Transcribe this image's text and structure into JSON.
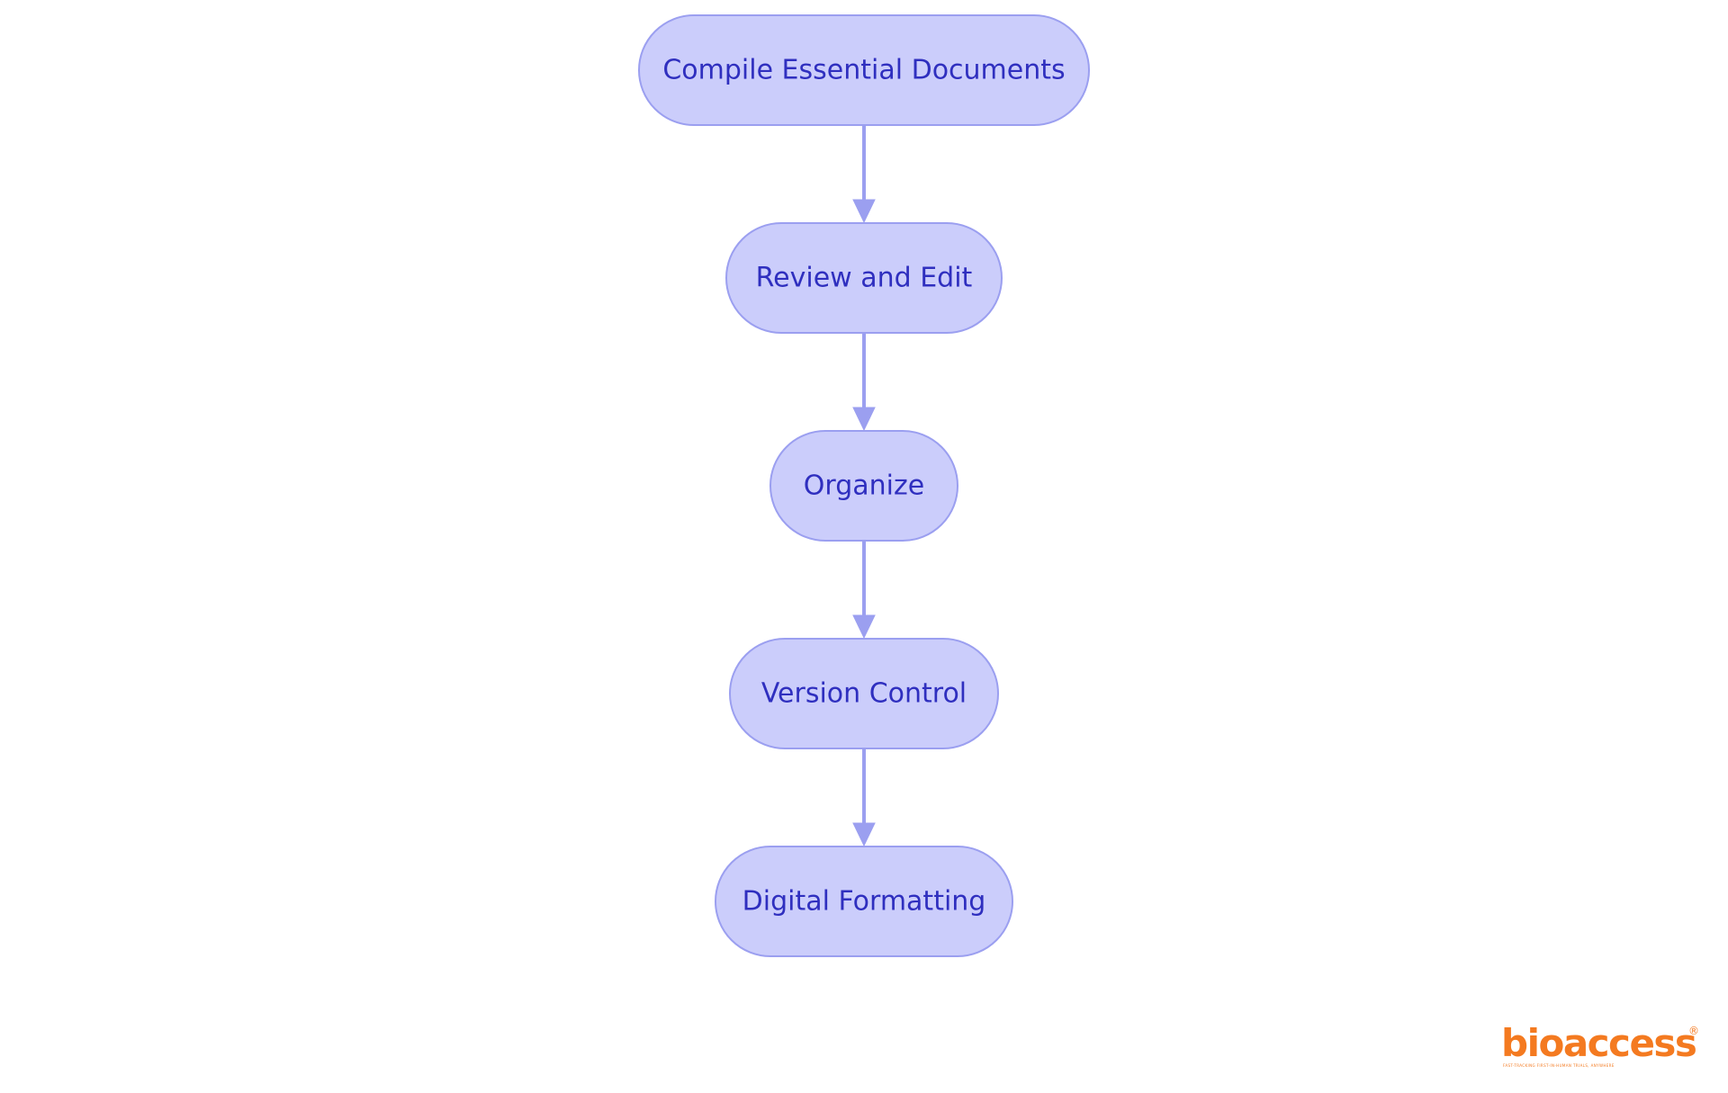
{
  "diagram": {
    "nodes": [
      {
        "id": "compile",
        "label": "Compile Essential Documents"
      },
      {
        "id": "review",
        "label": "Review and Edit"
      },
      {
        "id": "organize",
        "label": "Organize"
      },
      {
        "id": "version",
        "label": "Version Control"
      },
      {
        "id": "digital",
        "label": "Digital Formatting"
      }
    ],
    "edges": [
      {
        "from": "compile",
        "to": "review"
      },
      {
        "from": "review",
        "to": "organize"
      },
      {
        "from": "organize",
        "to": "version"
      },
      {
        "from": "version",
        "to": "digital"
      }
    ],
    "colors": {
      "node_fill": "#cbcdfb",
      "node_stroke": "#9b9ff0",
      "node_text": "#2f2fbf",
      "edge": "#9b9ff0"
    }
  },
  "logo": {
    "wordmark": "bioaccess",
    "registered_mark": "®",
    "tagline": "FAST-TRACKING FIRST-IN-HUMAN TRIALS, ANYWHERE",
    "color": "#f47a20"
  }
}
